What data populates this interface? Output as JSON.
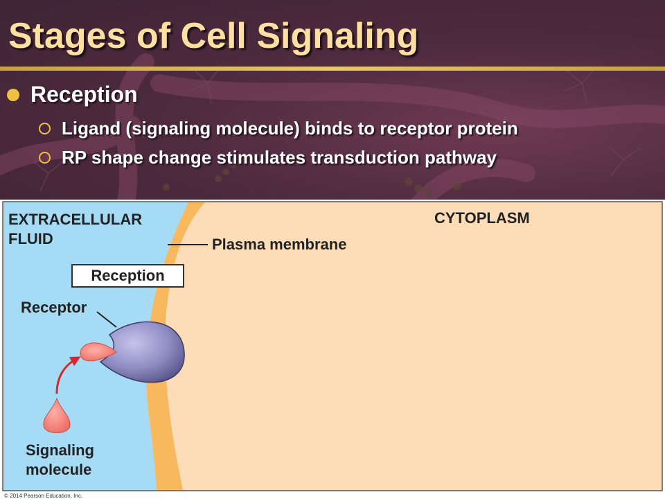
{
  "slide": {
    "title": "Stages of Cell Signaling",
    "bullet": "Reception",
    "sub_bullets": [
      "Ligand (signaling molecule) binds to receptor protein",
      "RP shape change stimulates transduction pathway"
    ]
  },
  "diagram": {
    "extracellular_label_line1": "EXTRACELLULAR",
    "extracellular_label_line2": "FLUID",
    "cytoplasm_label": "CYTOPLASM",
    "membrane_label": "Plasma membrane",
    "stage_box_label": "Reception",
    "receptor_label": "Receptor",
    "signaling_label_line1": "Signaling",
    "signaling_label_line2": "molecule"
  },
  "colors": {
    "header_bg": "#4f2b3f",
    "title_text": "#ffe0a0",
    "bullet_marker": "#f0c040",
    "title_rule": "#d8b450",
    "extracellular": "#a6dbf5",
    "membrane": "#f8b85e",
    "cytoplasm": "#fddcb8",
    "receptor": "#8f8cc4",
    "signaling_molecule": "#f2827a",
    "arrow": "#d9262e"
  },
  "footer": {
    "copyright": "© 2014 Pearson Education, Inc."
  }
}
